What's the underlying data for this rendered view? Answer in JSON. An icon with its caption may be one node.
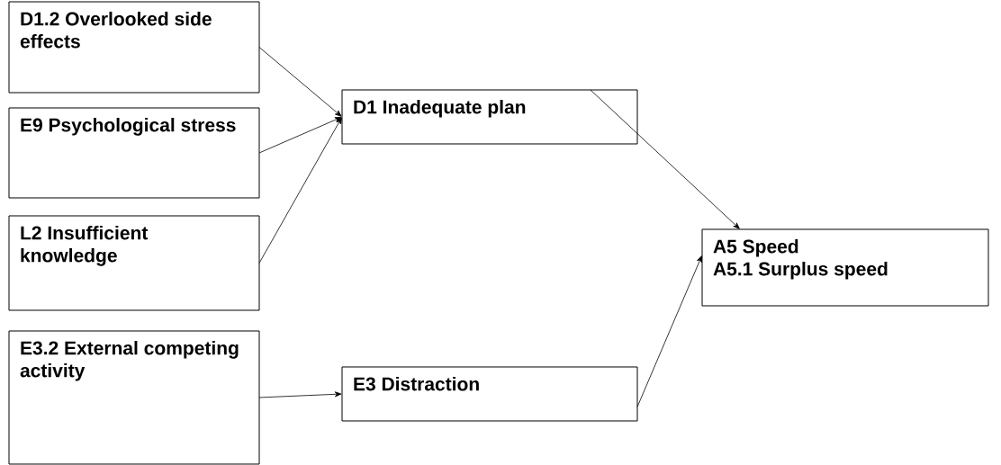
{
  "diagram": {
    "nodes": [
      {
        "text": [
          "D1.2 Overlooked side effects"
        ]
      },
      {
        "text": [
          "E9 Psychological stress"
        ]
      },
      {
        "text": [
          "L2 Insufficient knowledge"
        ]
      },
      {
        "text": [
          "E3.2 External competing activity"
        ]
      },
      {
        "text": [
          "D1 Inadequate plan"
        ]
      },
      {
        "text": [
          "E3 Distraction"
        ]
      },
      {
        "text": [
          "A5 Speed",
          "A5.1 Surplus speed"
        ]
      }
    ],
    "edges": [
      {
        "from": 0,
        "to": 4,
        "arrow": "to"
      },
      {
        "from": 1,
        "to": 4,
        "arrow": "to"
      },
      {
        "from": 2,
        "to": 4,
        "arrow": "to"
      },
      {
        "from": 3,
        "to": 5,
        "arrow": "to"
      },
      {
        "from": 4,
        "to": 6,
        "arrow": "to"
      },
      {
        "from": 5,
        "to": 6,
        "arrow": "to"
      }
    ]
  }
}
